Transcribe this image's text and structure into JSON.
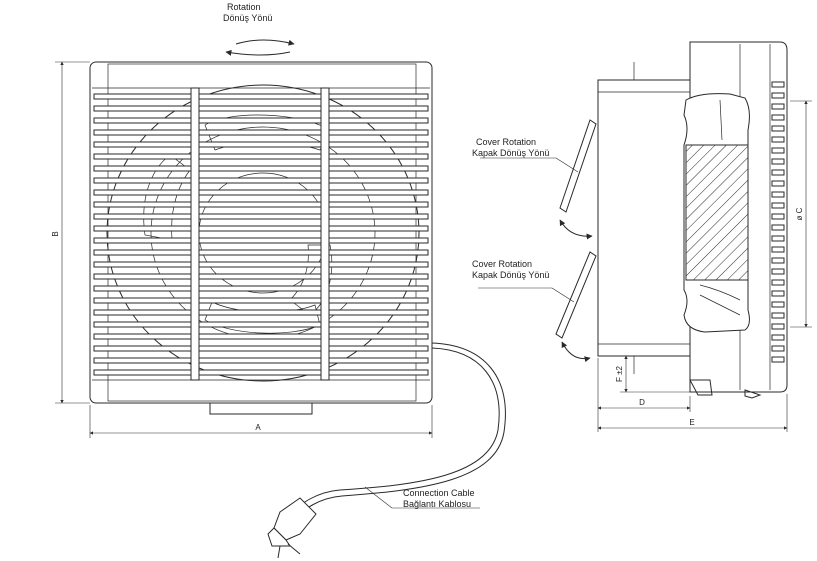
{
  "labels": {
    "rotation": "Rotation",
    "rotation_tr": "Dönüş Yönü",
    "cover_rotation_1": "Cover Rotation",
    "cover_rotation_1_tr": "Kapak Dönüş Yönü",
    "cover_rotation_2": "Cover Rotation",
    "cover_rotation_2_tr": "Kapak Dönüş Yönü",
    "connection_cable": "Connection Cable",
    "connection_cable_tr": "Bağlantı Kablosu"
  },
  "dimensions": {
    "a": "A",
    "b": "B",
    "c": "ø C",
    "d": "D",
    "e": "E",
    "f": "F ±2"
  },
  "colors": {
    "line": "#2a2a2a",
    "background": "#ffffff"
  }
}
